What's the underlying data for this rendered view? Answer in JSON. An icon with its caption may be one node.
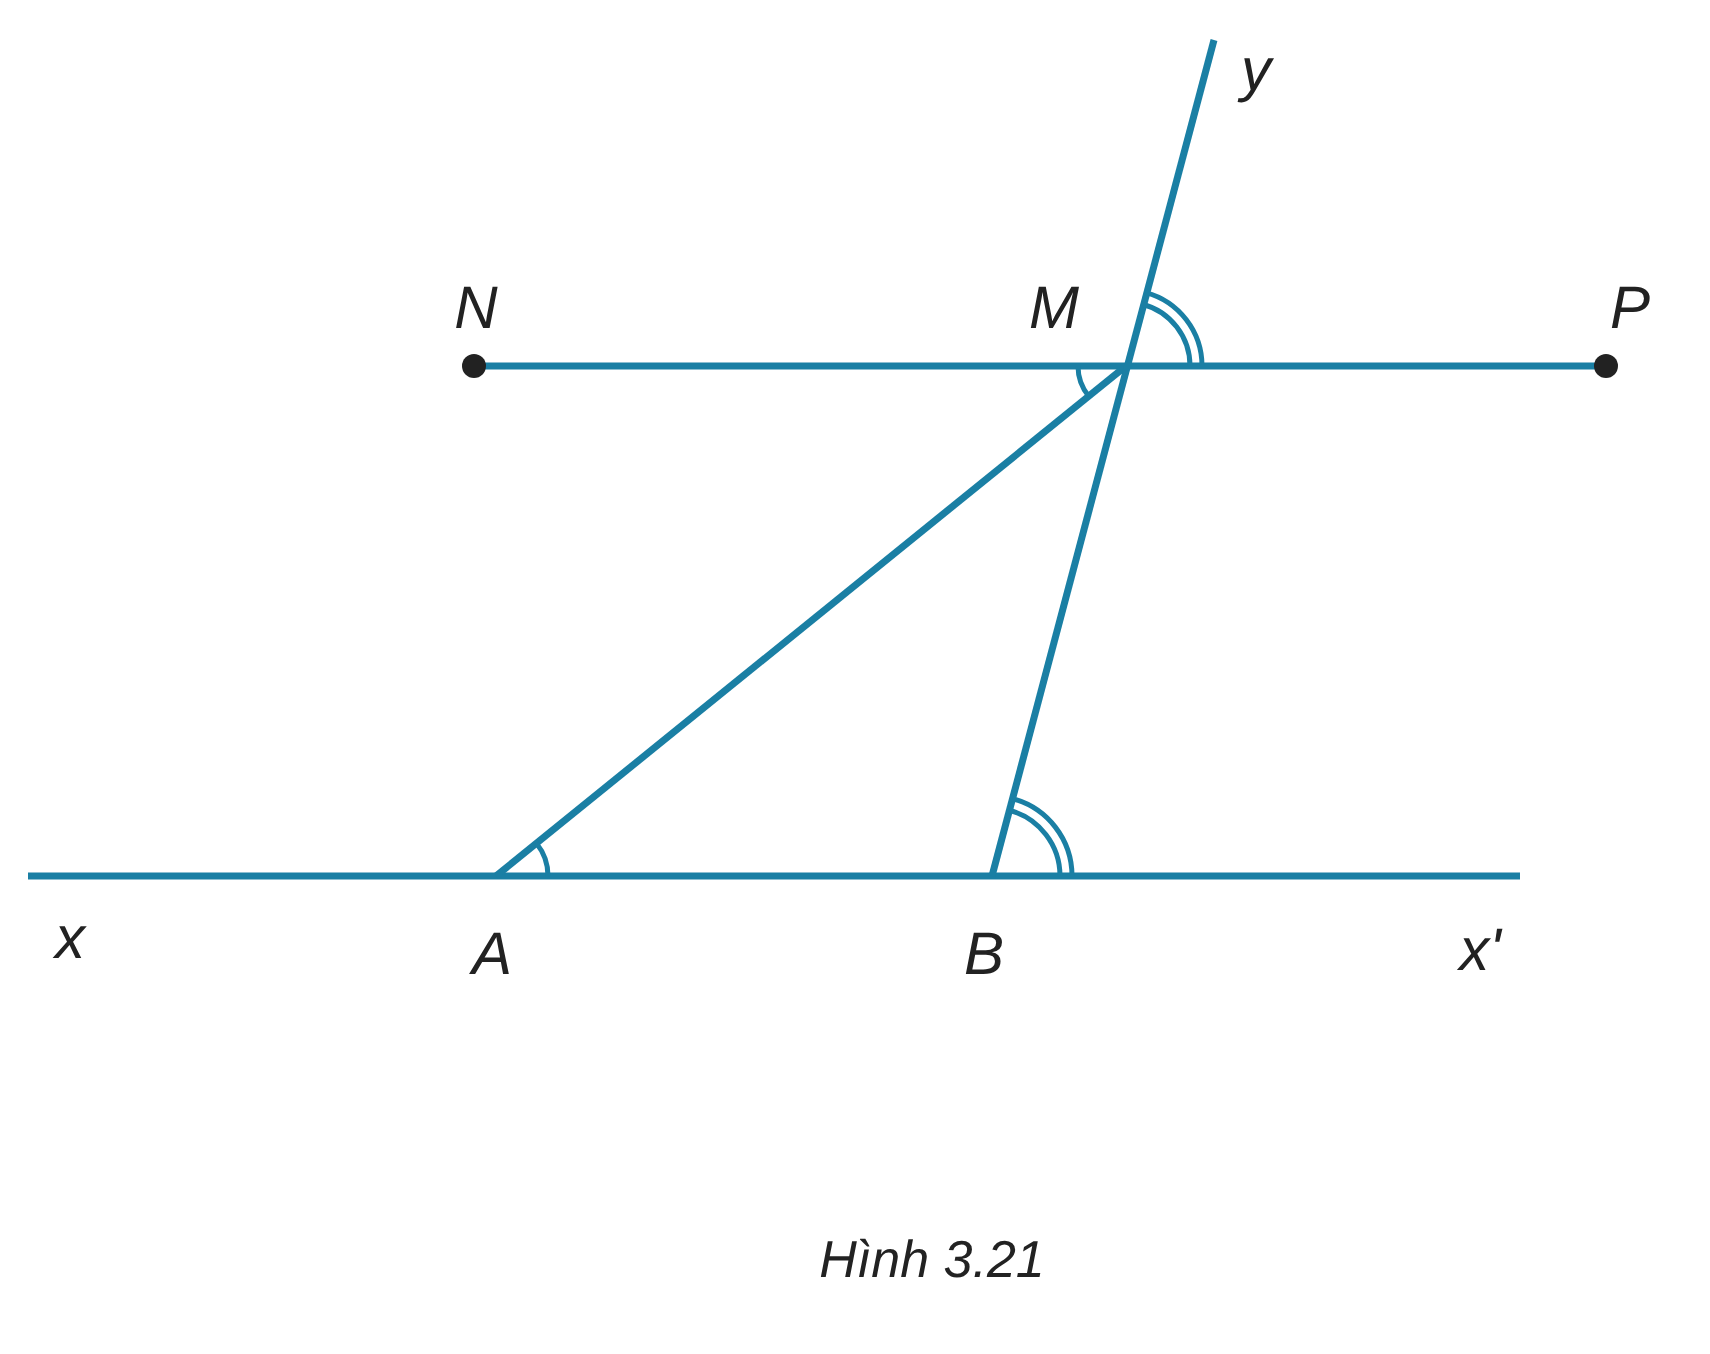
{
  "diagram": {
    "caption": "Hình 3.21",
    "labels": [
      "y",
      "N",
      "M",
      "P",
      "x",
      "A",
      "B",
      "x'"
    ]
  }
}
